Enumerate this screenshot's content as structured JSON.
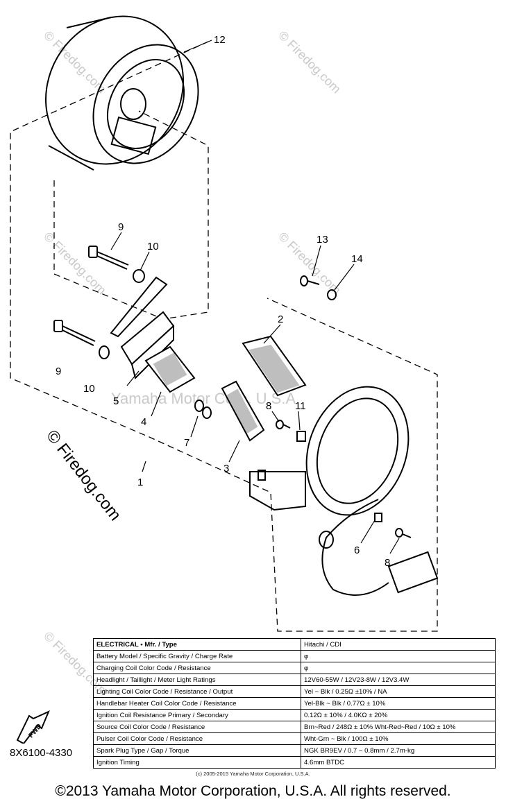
{
  "watermarks": {
    "firedog": "© Firedog.com",
    "yamaha": "Yamaha Motor Corp. U.S.A."
  },
  "callouts": [
    "12",
    "9",
    "10",
    "13",
    "14",
    "2",
    "9",
    "10",
    "5",
    "4",
    "7",
    "8",
    "11",
    "3",
    "1",
    "6",
    "8"
  ],
  "spec_table": {
    "rows": [
      {
        "label": "ELECTRICAL • Mfr. / Type",
        "value": "Hitachi / CDI"
      },
      {
        "label": "Battery Model / Specific Gravity / Charge Rate",
        "value": "φ"
      },
      {
        "label": "Charging Coil Color Code / Resistance",
        "value": "φ"
      },
      {
        "label": "Headlight / Taillight / Meter Light Ratings",
        "value": "12V60-55W / 12V23-8W / 12V3.4W"
      },
      {
        "label": "Lighting Coil Color Code / Resistance / Output",
        "value": "Yel ~ Blk / 0.25Ω ±10% / NA"
      },
      {
        "label": "Handlebar Heater Coil Color Code / Resistance",
        "value": "Yel-Blk ~ Blk / 0.77Ω ± 10%"
      },
      {
        "label": "Ignition Coil Resistance Primary / Secondary",
        "value": "0.12Ω ± 10% / 4.0KΩ ± 20%"
      },
      {
        "label": "Source Coil Color Code / Resistance",
        "value": "Brn~Red / 248Ω ± 10%  Wht-Red~Red / 10Ω ± 10%"
      },
      {
        "label": "Pulser Coil Color Code / Resistance",
        "value": "Wht-Grn ~ Blk / 100Ω ± 10%"
      },
      {
        "label": "Spark Plug Type / Gap / Torque",
        "value": "NGK BR9EV / 0.7 ~ 0.8mm / 2.7m-kg"
      },
      {
        "label": "Ignition Timing",
        "value": "4.6mm BTDC"
      }
    ]
  },
  "fwd_label": "FWD",
  "part_number": "8X6100-4330",
  "small_copyright": "(c) 2005-2015 Yamaha Motor Corporation, U.S.A.",
  "copyright": "©2013 Yamaha Motor Corporation, U.S.A. All rights reserved."
}
